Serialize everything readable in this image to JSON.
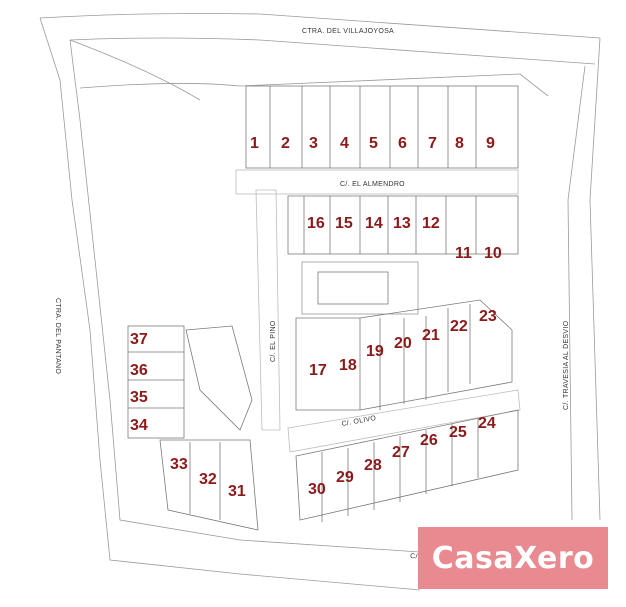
{
  "streets": {
    "villajoyosa": "CTRA. DEL VILLAJOYOSA",
    "almendro": "C/. EL ALMENDRO",
    "pino": "C/. EL PINO",
    "olivo": "C/. OLIVO",
    "desvio": "C/. DESVIO",
    "pantano": "CTRA. DEL PANTANO",
    "travesia": "C/. TRAVESIA AL DESVIO"
  },
  "lots": [
    "1",
    "2",
    "3",
    "4",
    "5",
    "6",
    "7",
    "8",
    "9",
    "10",
    "11",
    "12",
    "13",
    "14",
    "15",
    "16",
    "17",
    "18",
    "19",
    "20",
    "21",
    "22",
    "23",
    "24",
    "25",
    "26",
    "27",
    "28",
    "29",
    "30",
    "31",
    "32",
    "33",
    "34",
    "35",
    "36",
    "37"
  ],
  "logo": {
    "text": "CasaXero",
    "color": "#e88a8f"
  }
}
